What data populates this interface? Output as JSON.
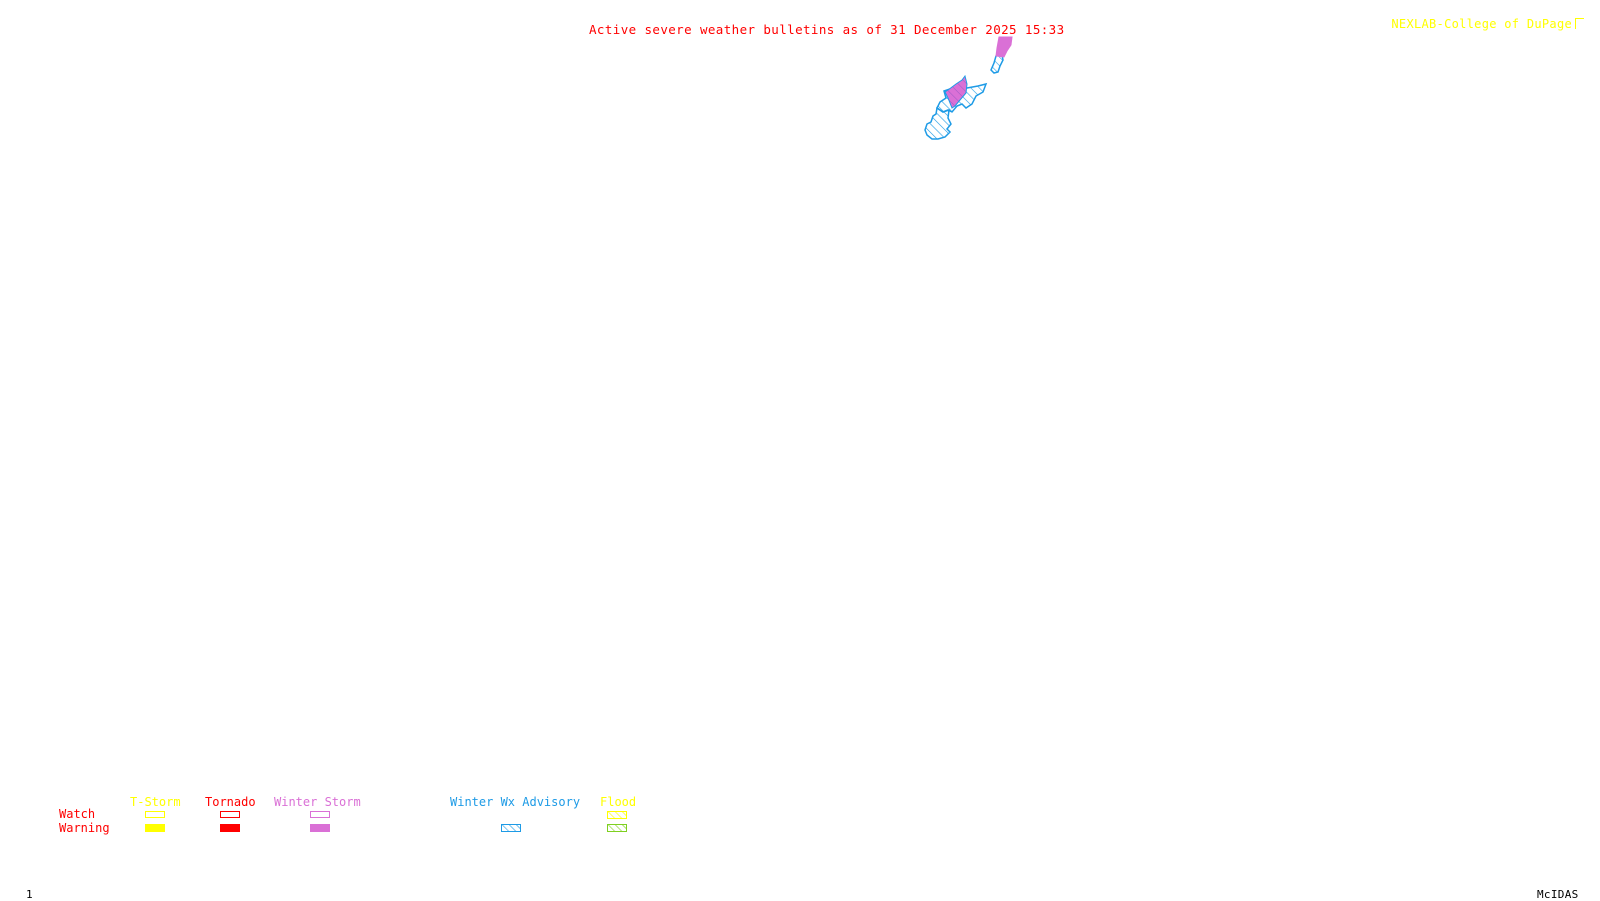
{
  "header": {
    "title": "Active severe weather bulletins as of 31 December 2025 15:33",
    "credit": "NEXLAB-College of DuPage",
    "credit_icon": "cod-logo-icon"
  },
  "colors": {
    "title": "#ff0000",
    "credit": "#ffff00",
    "tstorm": "#ffff00",
    "tornado": "#ff0000",
    "winter_storm": "#da70d6",
    "winter_advisory": "#1e9be6",
    "flood_watch": "#ffff00",
    "flood_warning": "#7fd020"
  },
  "map": {
    "bulletins": [
      {
        "type": "Winter Storm Warning",
        "color": "#da70d6"
      },
      {
        "type": "Winter Wx Advisory",
        "color": "#1e9be6"
      },
      {
        "type": "Winter Storm Warning",
        "color": "#da70d6"
      },
      {
        "type": "Winter Wx Advisory",
        "color": "#1e9be6"
      }
    ]
  },
  "legend": {
    "row_labels": {
      "watch": "Watch",
      "warning": "Warning"
    },
    "columns": [
      {
        "key": "tstorm",
        "label": "T-Storm"
      },
      {
        "key": "tornado",
        "label": "Tornado"
      },
      {
        "key": "winter_storm",
        "label": "Winter Storm"
      },
      {
        "key": "winter_advisory",
        "label": "Winter Wx Advisory"
      },
      {
        "key": "flood",
        "label": "Flood"
      }
    ]
  },
  "footer": {
    "frame_number": "1",
    "software": "McIDAS"
  }
}
